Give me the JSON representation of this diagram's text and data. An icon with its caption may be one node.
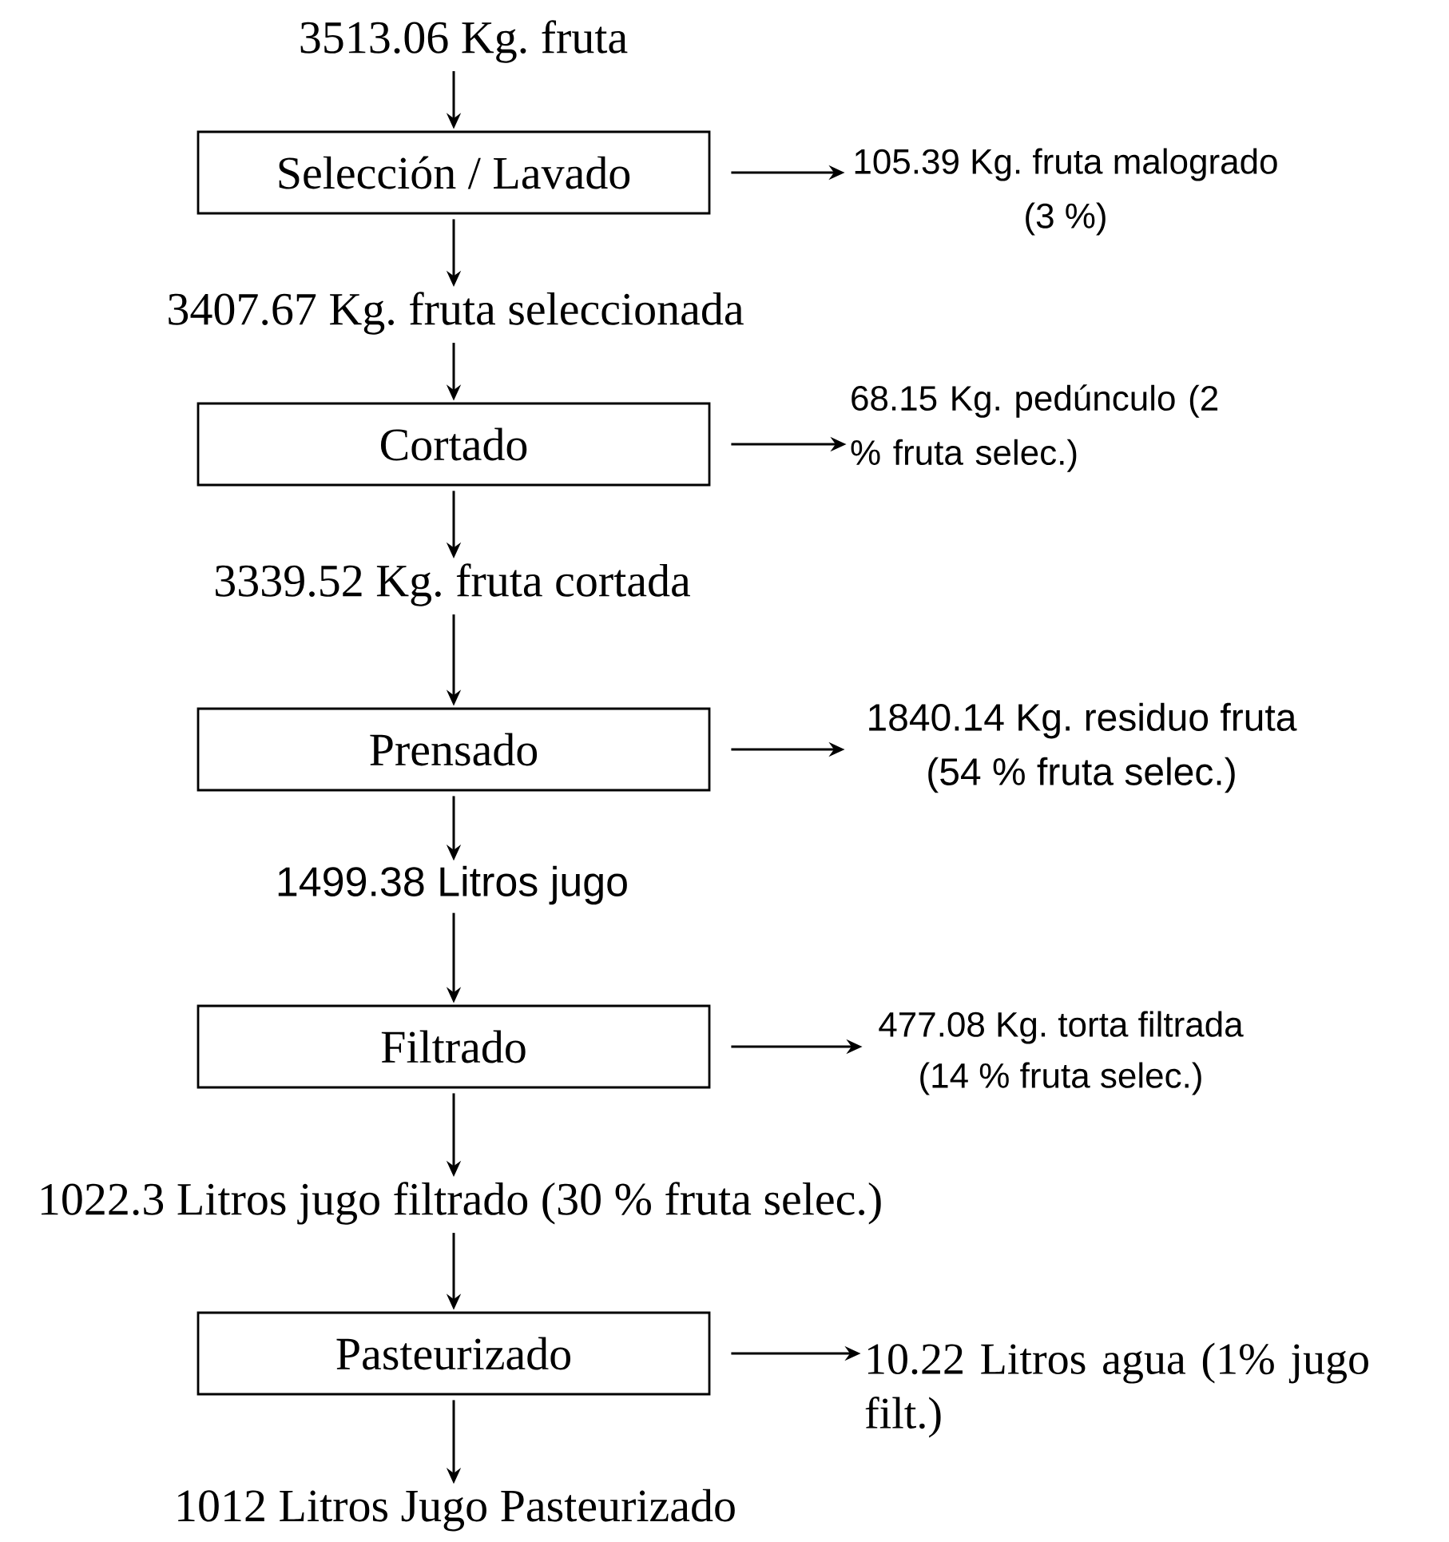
{
  "diagram": {
    "nodes": [
      {
        "text": [
          "3513.06 Kg. fruta"
        ]
      },
      {
        "text": [
          "Selección / Lavado"
        ]
      },
      {
        "text": [
          "105.39 Kg. fruta malogrado (3 %)"
        ]
      },
      {
        "text": [
          "3407.67 Kg. fruta seleccionada"
        ]
      },
      {
        "text": [
          "Cortado"
        ]
      },
      {
        "text": [
          "68.15 Kg. pedúnculo (2 % fruta selec.)"
        ]
      },
      {
        "text": [
          "3339.52 Kg. fruta cortada"
        ]
      },
      {
        "text": [
          "Prensado"
        ]
      },
      {
        "text": [
          "1840.14 Kg. residuo fruta (54 % fruta selec.)"
        ]
      },
      {
        "text": [
          "1499.38 Litros jugo"
        ]
      },
      {
        "text": [
          "Filtrado"
        ]
      },
      {
        "text": [
          "477.08 Kg. torta filtrada (14 % fruta selec.)"
        ]
      },
      {
        "text": [
          "1022.3 Litros jugo filtrado (30 % fruta selec.)"
        ]
      },
      {
        "text": [
          "Pasteurizado"
        ]
      },
      {
        "text": [
          "10.22 Litros agua (1% jugo filt.)"
        ]
      },
      {
        "text": [
          "1012 Litros Jugo Pasteurizado"
        ]
      }
    ],
    "edges": [
      {
        "from": 0,
        "to": 1,
        "arrow": "to"
      },
      {
        "from": 1,
        "to": 2,
        "arrow": "to"
      },
      {
        "from": 1,
        "to": 3,
        "arrow": "to"
      },
      {
        "from": 3,
        "to": 4,
        "arrow": "to"
      },
      {
        "from": 4,
        "to": 5,
        "arrow": "to"
      },
      {
        "from": 4,
        "to": 6,
        "arrow": "to"
      },
      {
        "from": 6,
        "to": 7,
        "arrow": "to"
      },
      {
        "from": 7,
        "to": 8,
        "arrow": "to"
      },
      {
        "from": 7,
        "to": 9,
        "arrow": "to"
      },
      {
        "from": 9,
        "to": 10,
        "arrow": "to"
      },
      {
        "from": 10,
        "to": 11,
        "arrow": "to"
      },
      {
        "from": 10,
        "to": 12,
        "arrow": "to"
      },
      {
        "from": 12,
        "to": 13,
        "arrow": "to"
      },
      {
        "from": 13,
        "to": 14,
        "arrow": "to"
      },
      {
        "from": 13,
        "to": 15,
        "arrow": "to"
      }
    ]
  }
}
